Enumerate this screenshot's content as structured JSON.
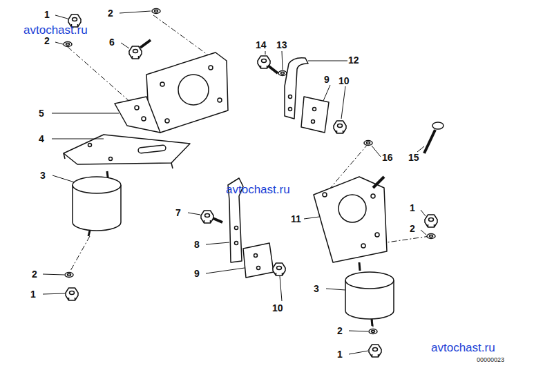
{
  "diagram": {
    "labels": [
      "avtochast.ru",
      "1",
      "2",
      "2",
      "6",
      "14",
      "13",
      "12",
      "9",
      "10",
      "5",
      "4",
      "16",
      "15",
      "3",
      "avtochast.ru",
      "7",
      "11",
      "1",
      "2",
      "8",
      "9",
      "2",
      "10",
      "3",
      "1",
      "2",
      "avtochast.ru",
      "1",
      "00000023"
    ]
  }
}
